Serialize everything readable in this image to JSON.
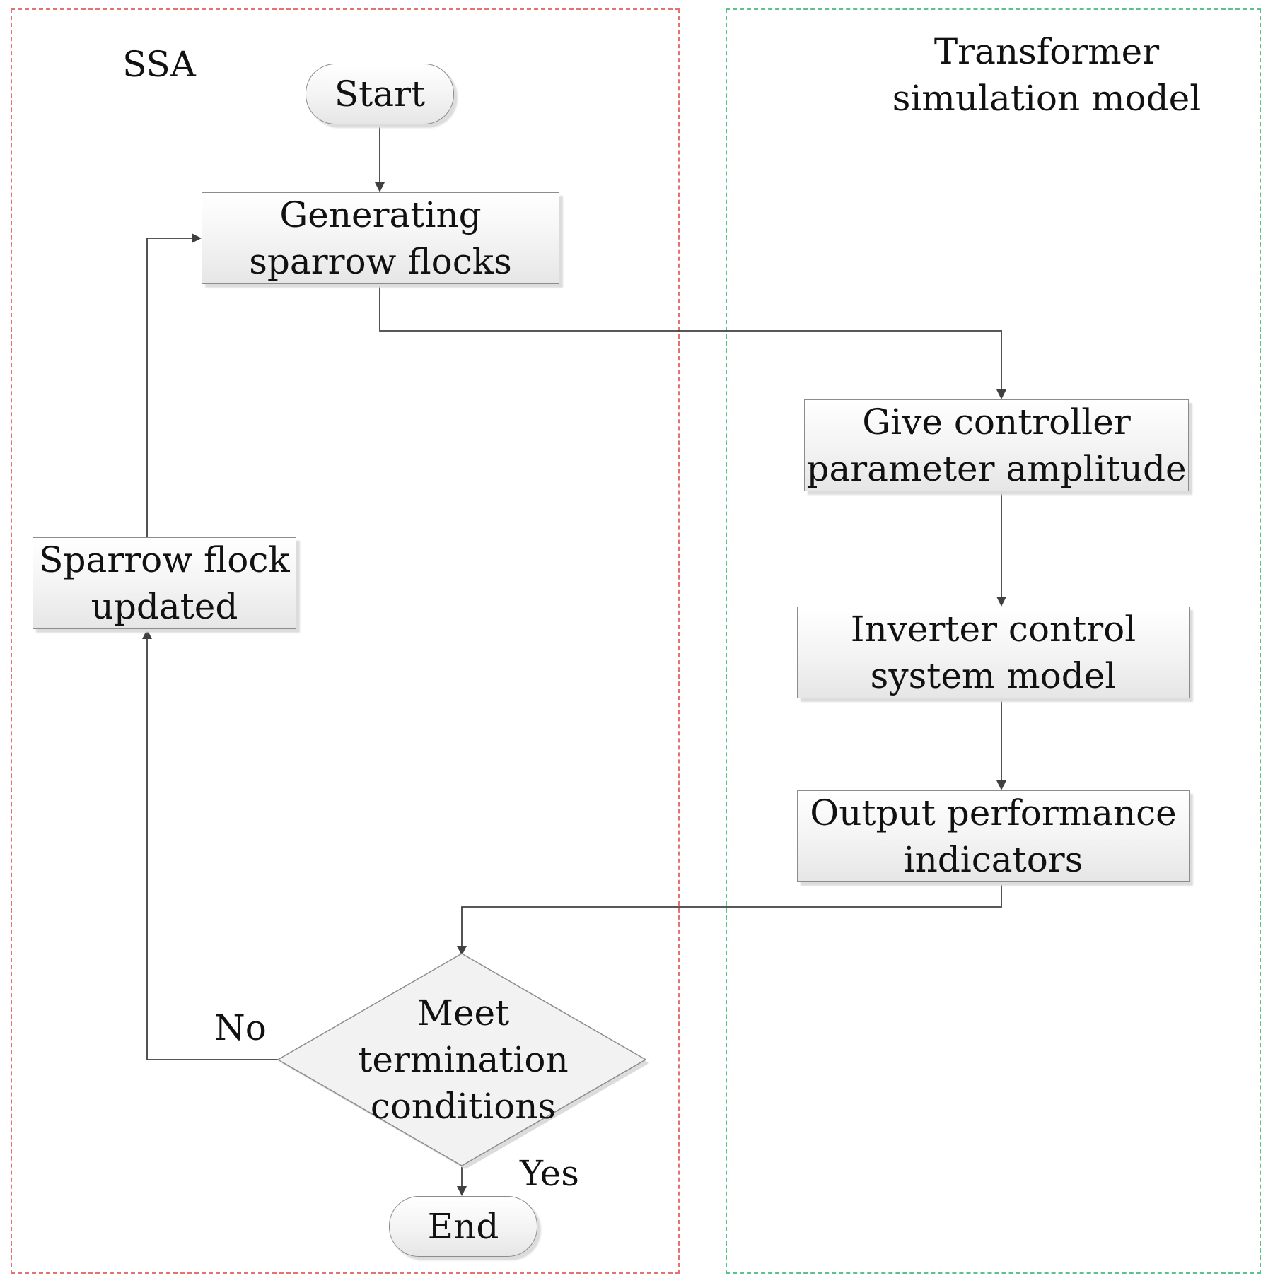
{
  "colors": {
    "ssa_border": "#e87070",
    "model_border": "#5cc28a",
    "line": "#404040",
    "arrow": "#404040",
    "node_border": "#8c8c8c"
  },
  "regions": {
    "ssa": {
      "title": "SSA"
    },
    "model": {
      "title": "Transformer\nsimulation model"
    }
  },
  "nodes": {
    "start": "Start",
    "generate": "Generating\nsparrow flocks",
    "give": "Give controller\nparameter amplitude",
    "inverter": "Inverter control\nsystem model",
    "output": "Output performance\nindicators",
    "decision": "Meet\ntermination\nconditions",
    "updated": "Sparrow flock\nupdated",
    "end": "End"
  },
  "edge_labels": {
    "no": "No",
    "yes": "Yes"
  }
}
